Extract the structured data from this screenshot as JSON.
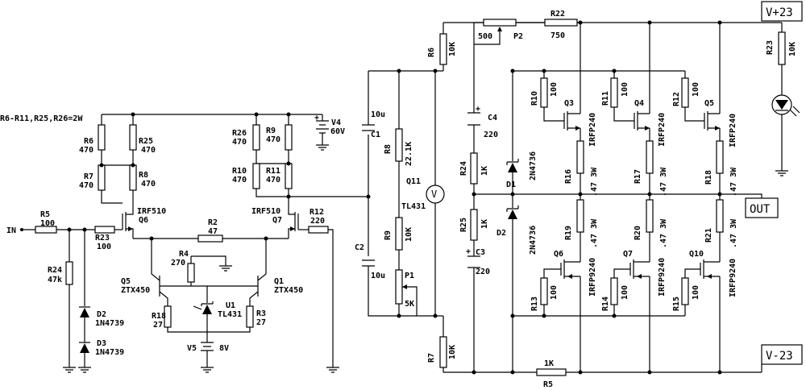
{
  "note": "R6-R11,R25,R26=2W",
  "rails": {
    "pos": "V+23",
    "neg": "V-23",
    "out": "OUT",
    "in": "IN"
  },
  "labels": {
    "R6a": "R6",
    "R6a_v": "470",
    "R7a": "R7",
    "R7a_v": "470",
    "R25a": "R25",
    "R25a_v": "470",
    "R8a": "R8",
    "R8a_v": "470",
    "R26b": "R26",
    "R26b_v": "470",
    "R9b": "R9",
    "R9b_v": "470",
    "R10b": "R10",
    "R10b_v": "470",
    "R11b": "R11",
    "R11b_v": "470",
    "V4": "V4",
    "V4_v": "60V",
    "Q6a": "Q6",
    "Q6a_t": "IRF510",
    "Q7a": "Q7",
    "Q7a_t": "IRF510",
    "R2": "R2",
    "R2_v": "47",
    "R4": "R4",
    "R4_v": "270",
    "R12": "R12",
    "R12_v": "220",
    "R5a": "R5",
    "R5a_v": "100",
    "R23a": "R23",
    "R23a_v": "100",
    "R24": "R24",
    "R24_v": "47k",
    "D2a": "D2",
    "D2a_v": "1N4739",
    "D3": "D3",
    "D3_v": "1N4739",
    "Q5a": "Q5",
    "Q5a_t": "ZTX450",
    "Q1a": "Q1",
    "Q1a_t": "ZTX450",
    "U1": "U1",
    "U1_t": "TL431",
    "R18a": "R18",
    "R18a_v": "27",
    "R3": "R3",
    "R3_v": "27",
    "V5": "V5",
    "V5_v": "8V",
    "C1": "C1",
    "C1_v": "10u",
    "C2": "C2",
    "C2_v": "10u",
    "R8b": "R8",
    "R8b_v": "22.1K",
    "Q11": "Q11",
    "Q11_t": "TL431",
    "R9c": "R9",
    "R9c_v": "10K",
    "P1": "P1",
    "P1_v": "5K",
    "R6c": "R6",
    "R6c_v": "10K",
    "R7c": "R7",
    "R7c_v": "10K",
    "P2": "P2",
    "P2_v": "500",
    "R22": "R22",
    "R22_v": "750",
    "C4": "C4",
    "C4_v": "220",
    "C3": "C3",
    "C3_v": "220",
    "R24c": "R24",
    "R24c_v": "1K",
    "R25c": "R25",
    "R25c_v": "1K",
    "D1": "D1",
    "D1_v": "2N4736",
    "D2c": "D2",
    "D2c_v": "2N4736",
    "R10c": "R10",
    "R10c_v": "100",
    "R11c": "R11",
    "R11c_v": "100",
    "R12c": "R12",
    "R12c_v": "100",
    "Q3": "Q3",
    "Q3_t": "IRFP240",
    "Q4": "Q4",
    "Q4_t": "IRFP240",
    "Q5c": "Q5",
    "Q5c_t": "IRFP240",
    "R16": "R16",
    "R16_v": ".47 3W",
    "R17": "R17",
    "R17_v": ".47 3W",
    "R18c": "R18",
    "R18c_v": ".47 3W",
    "R19": "R19",
    "R19_v": ".47 3W",
    "R20": "R20",
    "R20_v": ".47 3W",
    "R21": "R21",
    "R21_v": ".47 3W",
    "Q6c": "Q6",
    "Q6c_t": "IRFP9240",
    "Q7c": "Q7",
    "Q7c_t": "IRFP9240",
    "Q10": "Q10",
    "Q10_t": "IRFP9240",
    "R13": "R13",
    "R13_v": "100",
    "R14": "R14",
    "R14_v": "100",
    "R15": "R15",
    "R15_v": "100",
    "R23c": "R23",
    "R23c_v": "10K",
    "R5c": "R5",
    "R5c_v": "1K",
    "meter": "V",
    "cap_plus": "+"
  }
}
